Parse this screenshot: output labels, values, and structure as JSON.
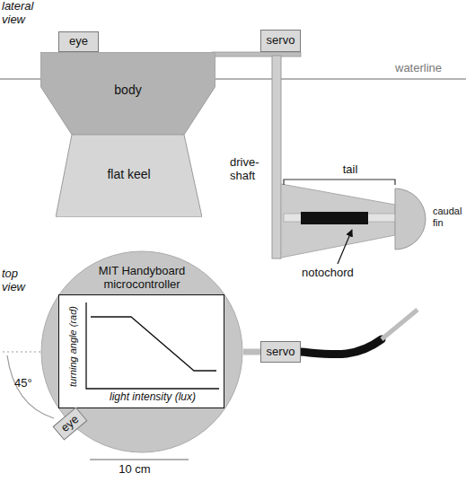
{
  "diagram": {
    "nodes": [
      {
        "text": [
          "eye"
        ]
      },
      {
        "text": [
          "servo"
        ]
      },
      {
        "text": [
          "body"
        ]
      },
      {
        "text": [
          "flat keel"
        ]
      },
      {
        "text": [
          "MIT Handyboard microcontroller"
        ]
      },
      {
        "text": [
          "turning angle (rad)",
          "light intensity (lux)"
        ],
        "in": 4
      },
      {
        "text": [
          "eye"
        ]
      },
      {
        "text": [
          "servo"
        ]
      }
    ],
    "edges": [
      {
        "from": 4,
        "to": 7,
        "arrow": "none"
      }
    ],
    "labels": [
      "lateral view",
      "waterline",
      "drive-shaft",
      "tail",
      "notochord",
      "caudal fin",
      "top view",
      "45°",
      "10 cm"
    ]
  }
}
